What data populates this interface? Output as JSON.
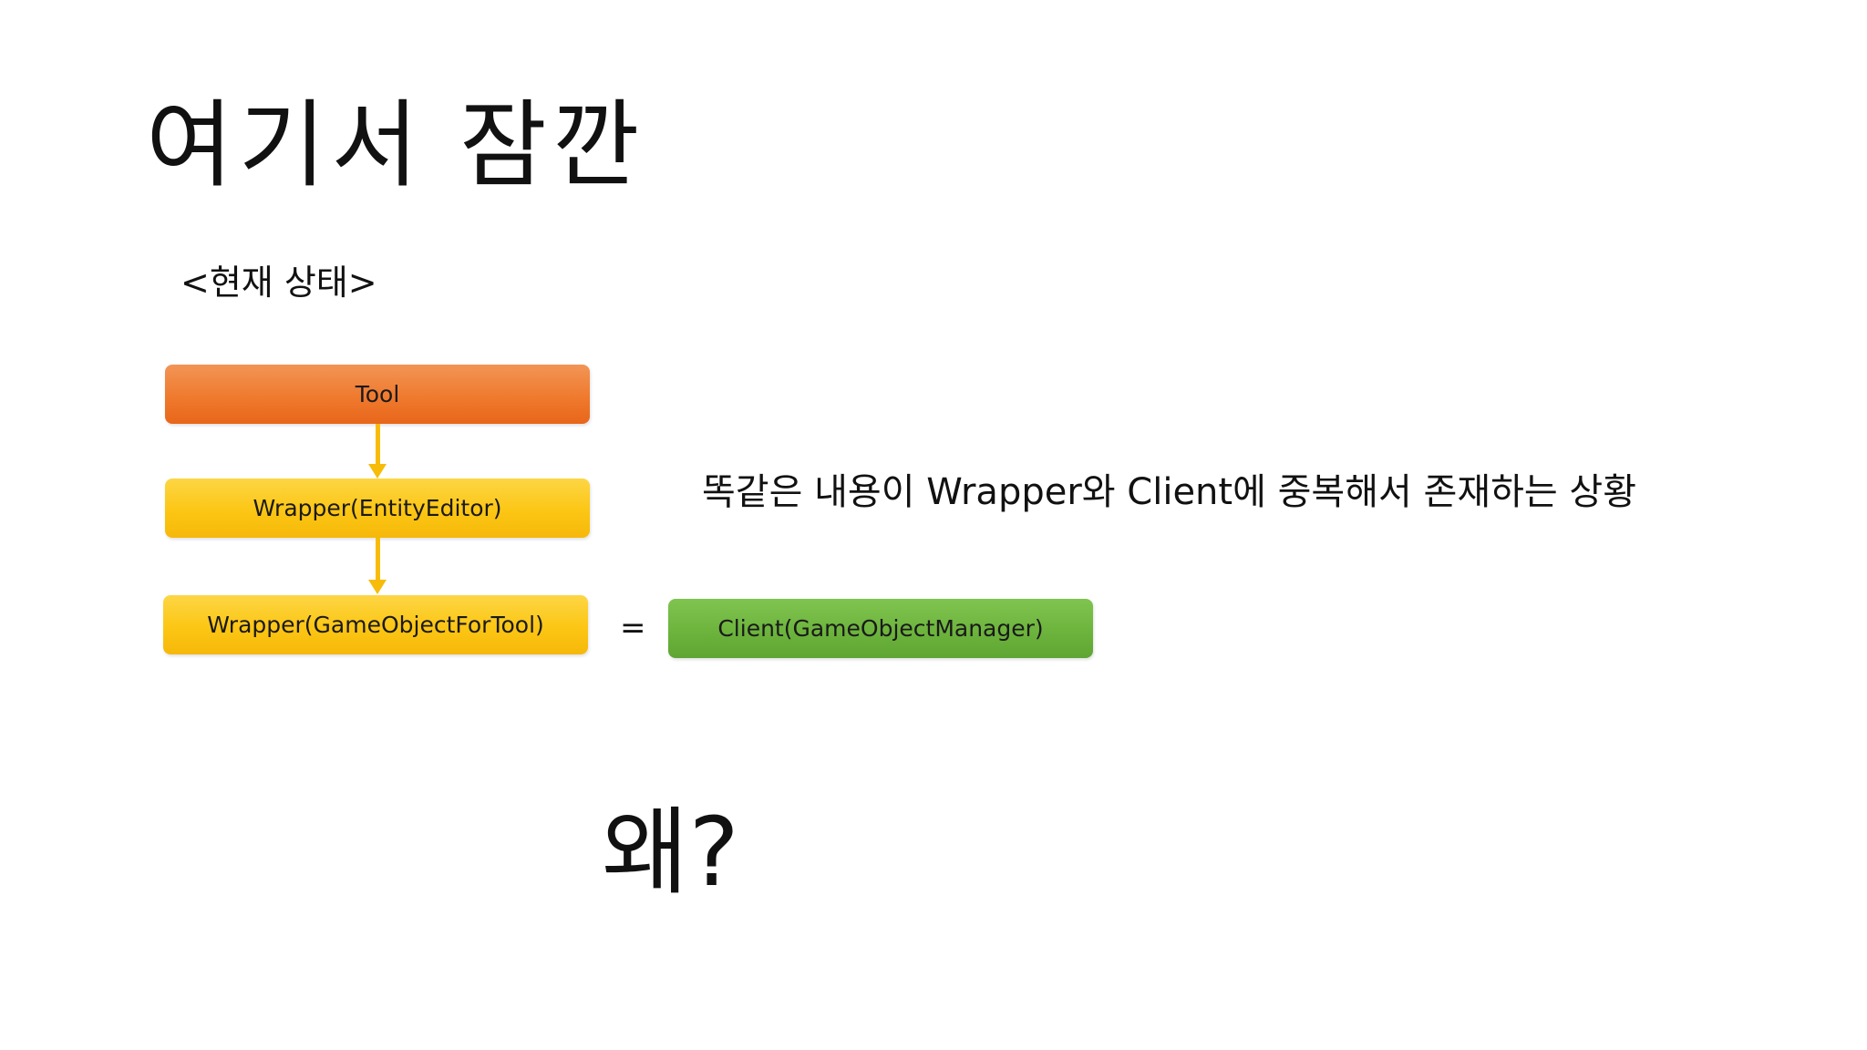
{
  "slide": {
    "title": "여기서 잠깐",
    "subtitle": "<현재 상태>",
    "diagram": {
      "nodes": [
        {
          "id": "tool",
          "label": "Tool",
          "color": "#ef7a2e"
        },
        {
          "id": "wrapper_entity_editor",
          "label": "Wrapper(EntityEditor)",
          "color": "#fcc614"
        },
        {
          "id": "wrapper_gameobject_for_tool",
          "label": "Wrapper(GameObjectForTool)",
          "color": "#fcc614"
        },
        {
          "id": "client_gameobject_manager",
          "label": "Client(GameObjectManager)",
          "color": "#6db43d"
        }
      ],
      "edges": [
        {
          "from": "tool",
          "to": "wrapper_entity_editor",
          "type": "arrow"
        },
        {
          "from": "wrapper_entity_editor",
          "to": "wrapper_gameobject_for_tool",
          "type": "arrow"
        },
        {
          "from": "wrapper_gameobject_for_tool",
          "to": "client_gameobject_manager",
          "type": "equals",
          "label": "="
        }
      ]
    },
    "note": "똑같은 내용이 Wrapper와 Client에 중복해서 존재하는 상황",
    "question": "왜?"
  }
}
